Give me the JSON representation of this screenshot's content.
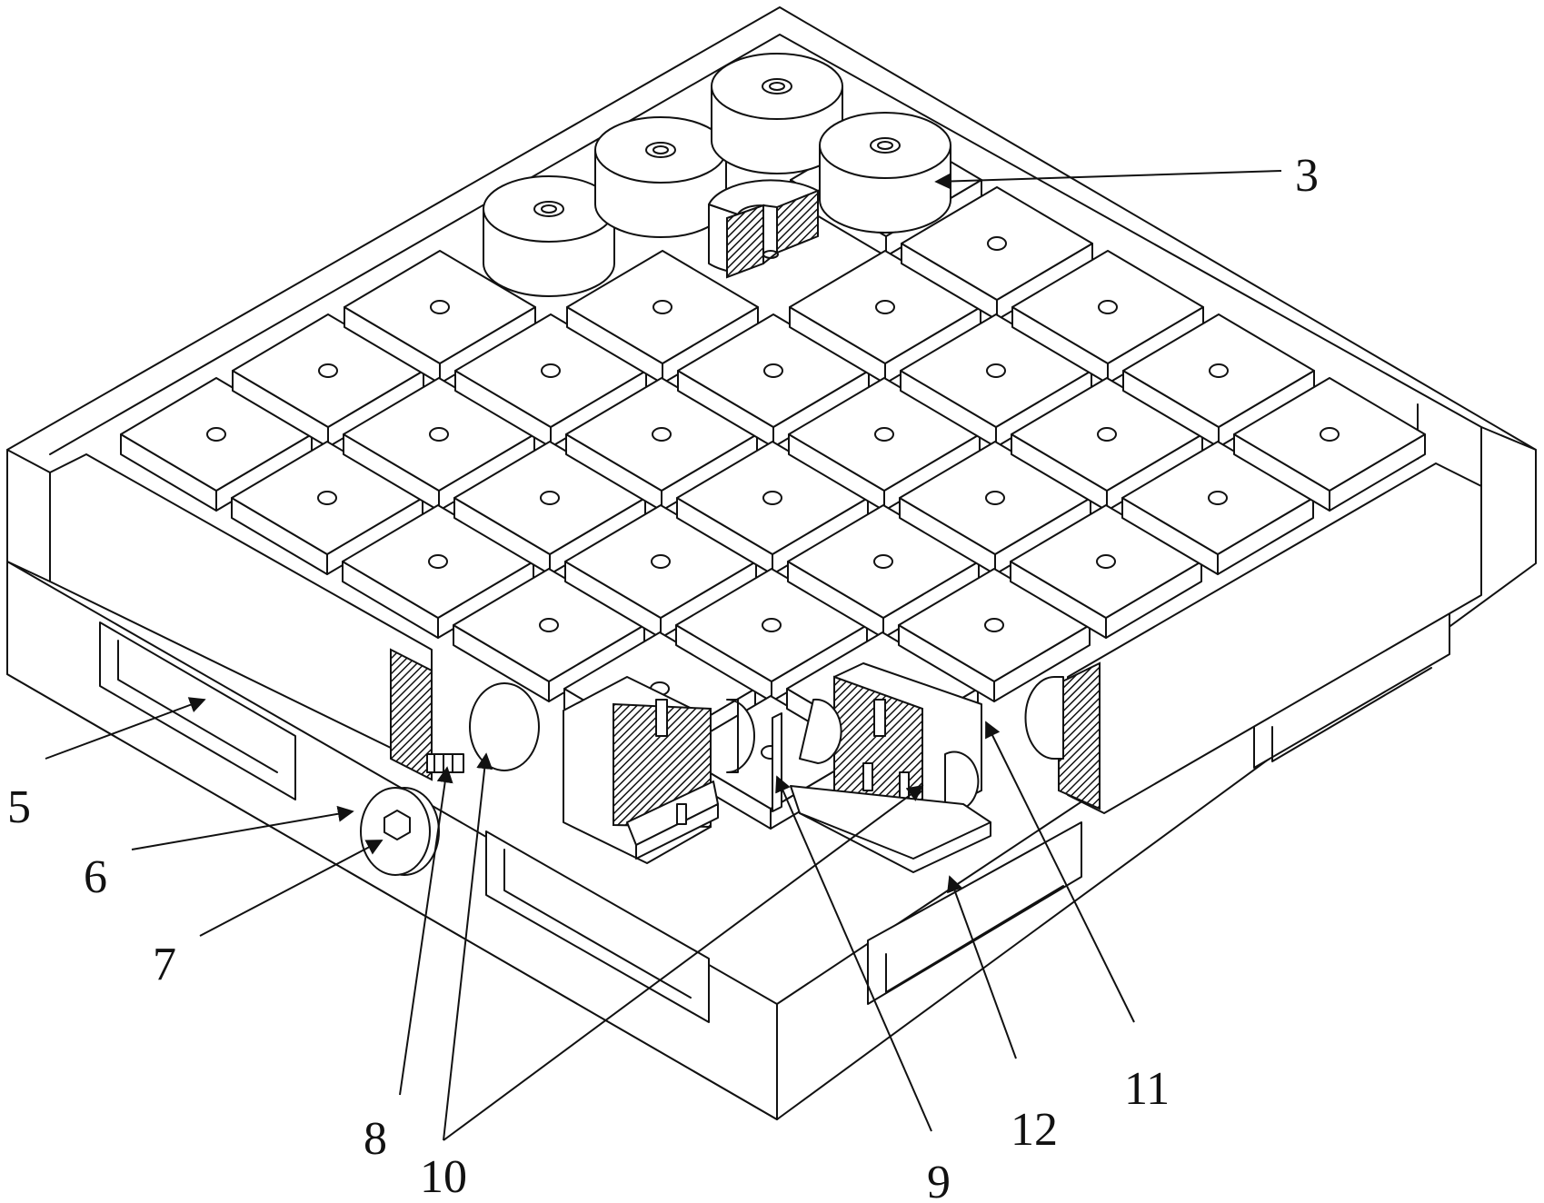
{
  "figure": {
    "background": "#ffffff",
    "line_color": "#111111",
    "hatch_color": "#111111"
  },
  "callouts": [
    {
      "id": "3",
      "label": "3"
    },
    {
      "id": "5",
      "label": "5"
    },
    {
      "id": "6",
      "label": "6"
    },
    {
      "id": "7",
      "label": "7"
    },
    {
      "id": "8",
      "label": "8"
    },
    {
      "id": "10",
      "label": "10"
    },
    {
      "id": "9",
      "label": "9"
    },
    {
      "id": "12",
      "label": "12"
    },
    {
      "id": "11",
      "label": "11"
    }
  ]
}
